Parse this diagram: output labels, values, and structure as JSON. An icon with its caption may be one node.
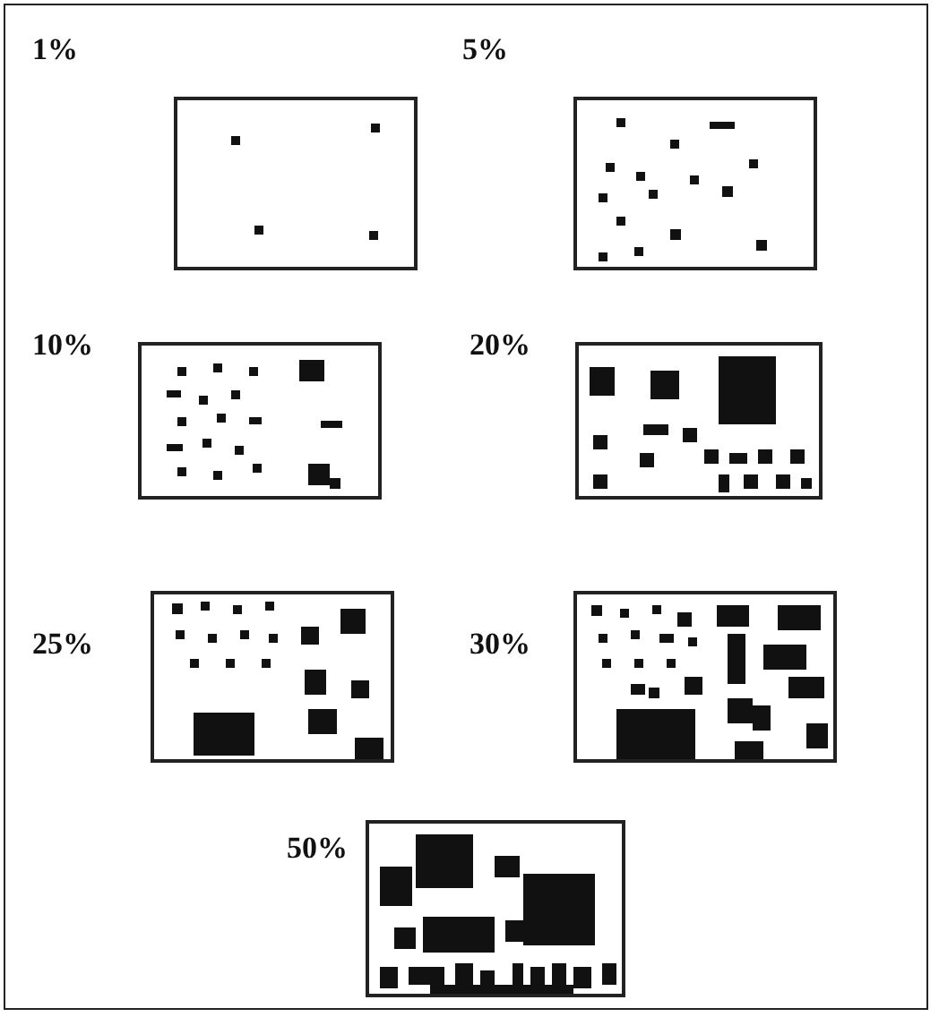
{
  "diagram": {
    "nodes": [
      {
        "text": [
          "1%"
        ]
      },
      {
        "text": [
          "5%"
        ]
      },
      {
        "text": [
          "10%"
        ]
      },
      {
        "text": [
          "20%"
        ]
      },
      {
        "text": [
          "25%"
        ]
      },
      {
        "text": [
          "30%"
        ]
      },
      {
        "text": [
          "50%"
        ]
      }
    ]
  }
}
